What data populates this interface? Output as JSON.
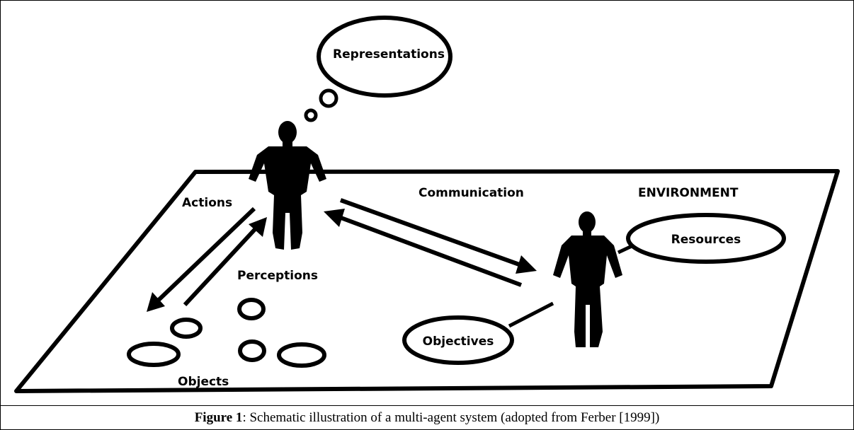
{
  "diagram": {
    "labels": {
      "representations": "Representations",
      "actions": "Actions",
      "communication": "Communication",
      "environment": "ENVIRONMENT",
      "resources": "Resources",
      "perceptions": "Perceptions",
      "objectives": "Objectives",
      "objects": "Objects"
    }
  },
  "caption": {
    "label": "Figure 1",
    "text": ": Schematic illustration of a multi-agent system (adopted from Ferber [1999])"
  },
  "colors": {
    "ink": "#000000",
    "background": "#ffffff"
  }
}
